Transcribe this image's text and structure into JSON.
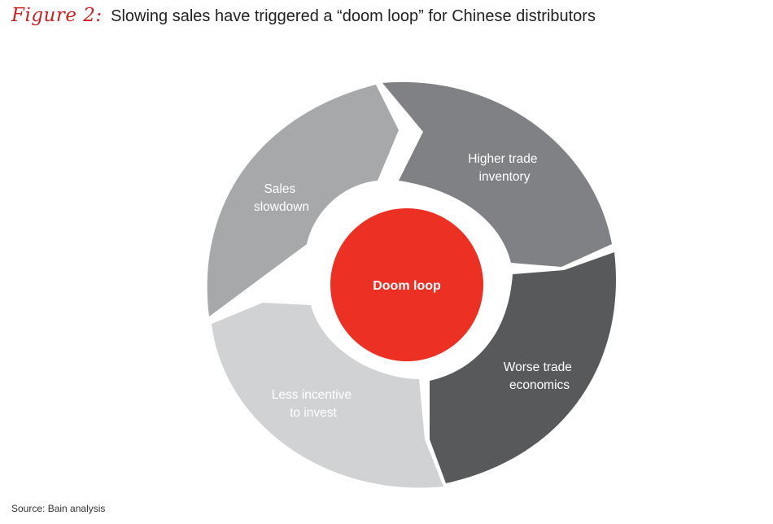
{
  "figure": {
    "label": "Figure 2:",
    "title": "Slowing sales have triggered a “doom loop” for Chinese distributors"
  },
  "diagram": {
    "center": {
      "label": "Doom loop",
      "color": "#ec3023"
    },
    "segments": [
      {
        "id": "sales-slowdown",
        "lines": [
          "Sales",
          "slowdown"
        ],
        "color": "#a6a8aa"
      },
      {
        "id": "higher-trade-inventory",
        "lines": [
          "Higher trade",
          "inventory"
        ],
        "color": "#808184"
      },
      {
        "id": "worse-trade-economics",
        "lines": [
          "Worse trade",
          "economics"
        ],
        "color": "#58595b"
      },
      {
        "id": "less-incentive-to-invest",
        "lines": [
          "Less incentive",
          "to invest"
        ],
        "color": "#d1d2d3"
      }
    ]
  },
  "footer": {
    "source": "Source: Bain analysis"
  }
}
